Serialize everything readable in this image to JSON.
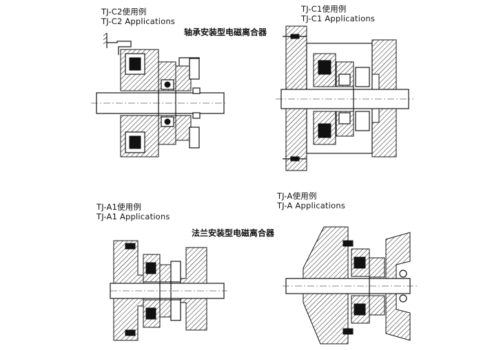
{
  "diagrams": {
    "tj_c2": {
      "name": "TJ-C2使用例",
      "name_en": "TJ-C2 Applications"
    },
    "tj_c1": {
      "name": "TJ-C1使用例",
      "name_en": "TJ-C1 Applications"
    },
    "tj_a1": {
      "name": "TJ-A1使用例",
      "name_en": "TJ-A1 Applications"
    },
    "tj_a": {
      "name": "TJ-A使用例",
      "name_en": "TJ-A Applications"
    }
  },
  "headings": {
    "bearing_type": "轴承安装型电磁离合器",
    "flange_type": "法兰安装型电磁离合器"
  }
}
